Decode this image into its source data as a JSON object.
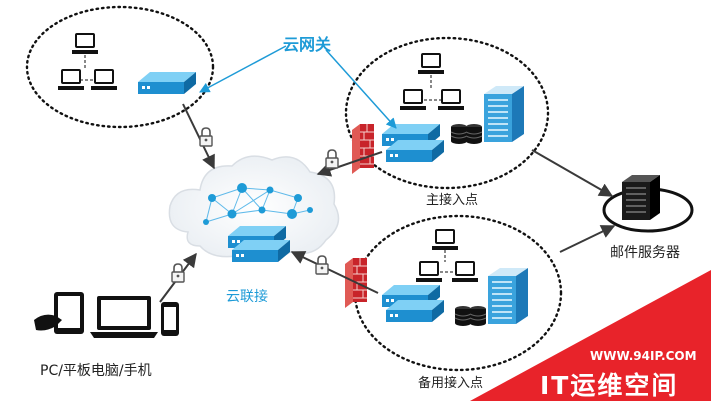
{
  "labels": {
    "cloud_gateway": "云网关",
    "main_access_point": "主接入点",
    "backup_access_point": "备用接入点",
    "cloud_link": "云联接",
    "devices": "PC/平板电脑/手机",
    "mail_server": "邮件服务器"
  },
  "watermark": {
    "url": "WWW.94IP.COM",
    "brand": "IT运维空间"
  },
  "colors": {
    "accent_blue": "#1e9bd7",
    "watermark_red": "#e8232a",
    "firewall_red": "#c8242a"
  },
  "icons": [
    "computer-icon",
    "server-rack-icon",
    "router-icon",
    "database-icon",
    "firewall-icon",
    "lock-icon",
    "tablet-icon",
    "laptop-icon",
    "phone-icon",
    "cloud-icon"
  ]
}
